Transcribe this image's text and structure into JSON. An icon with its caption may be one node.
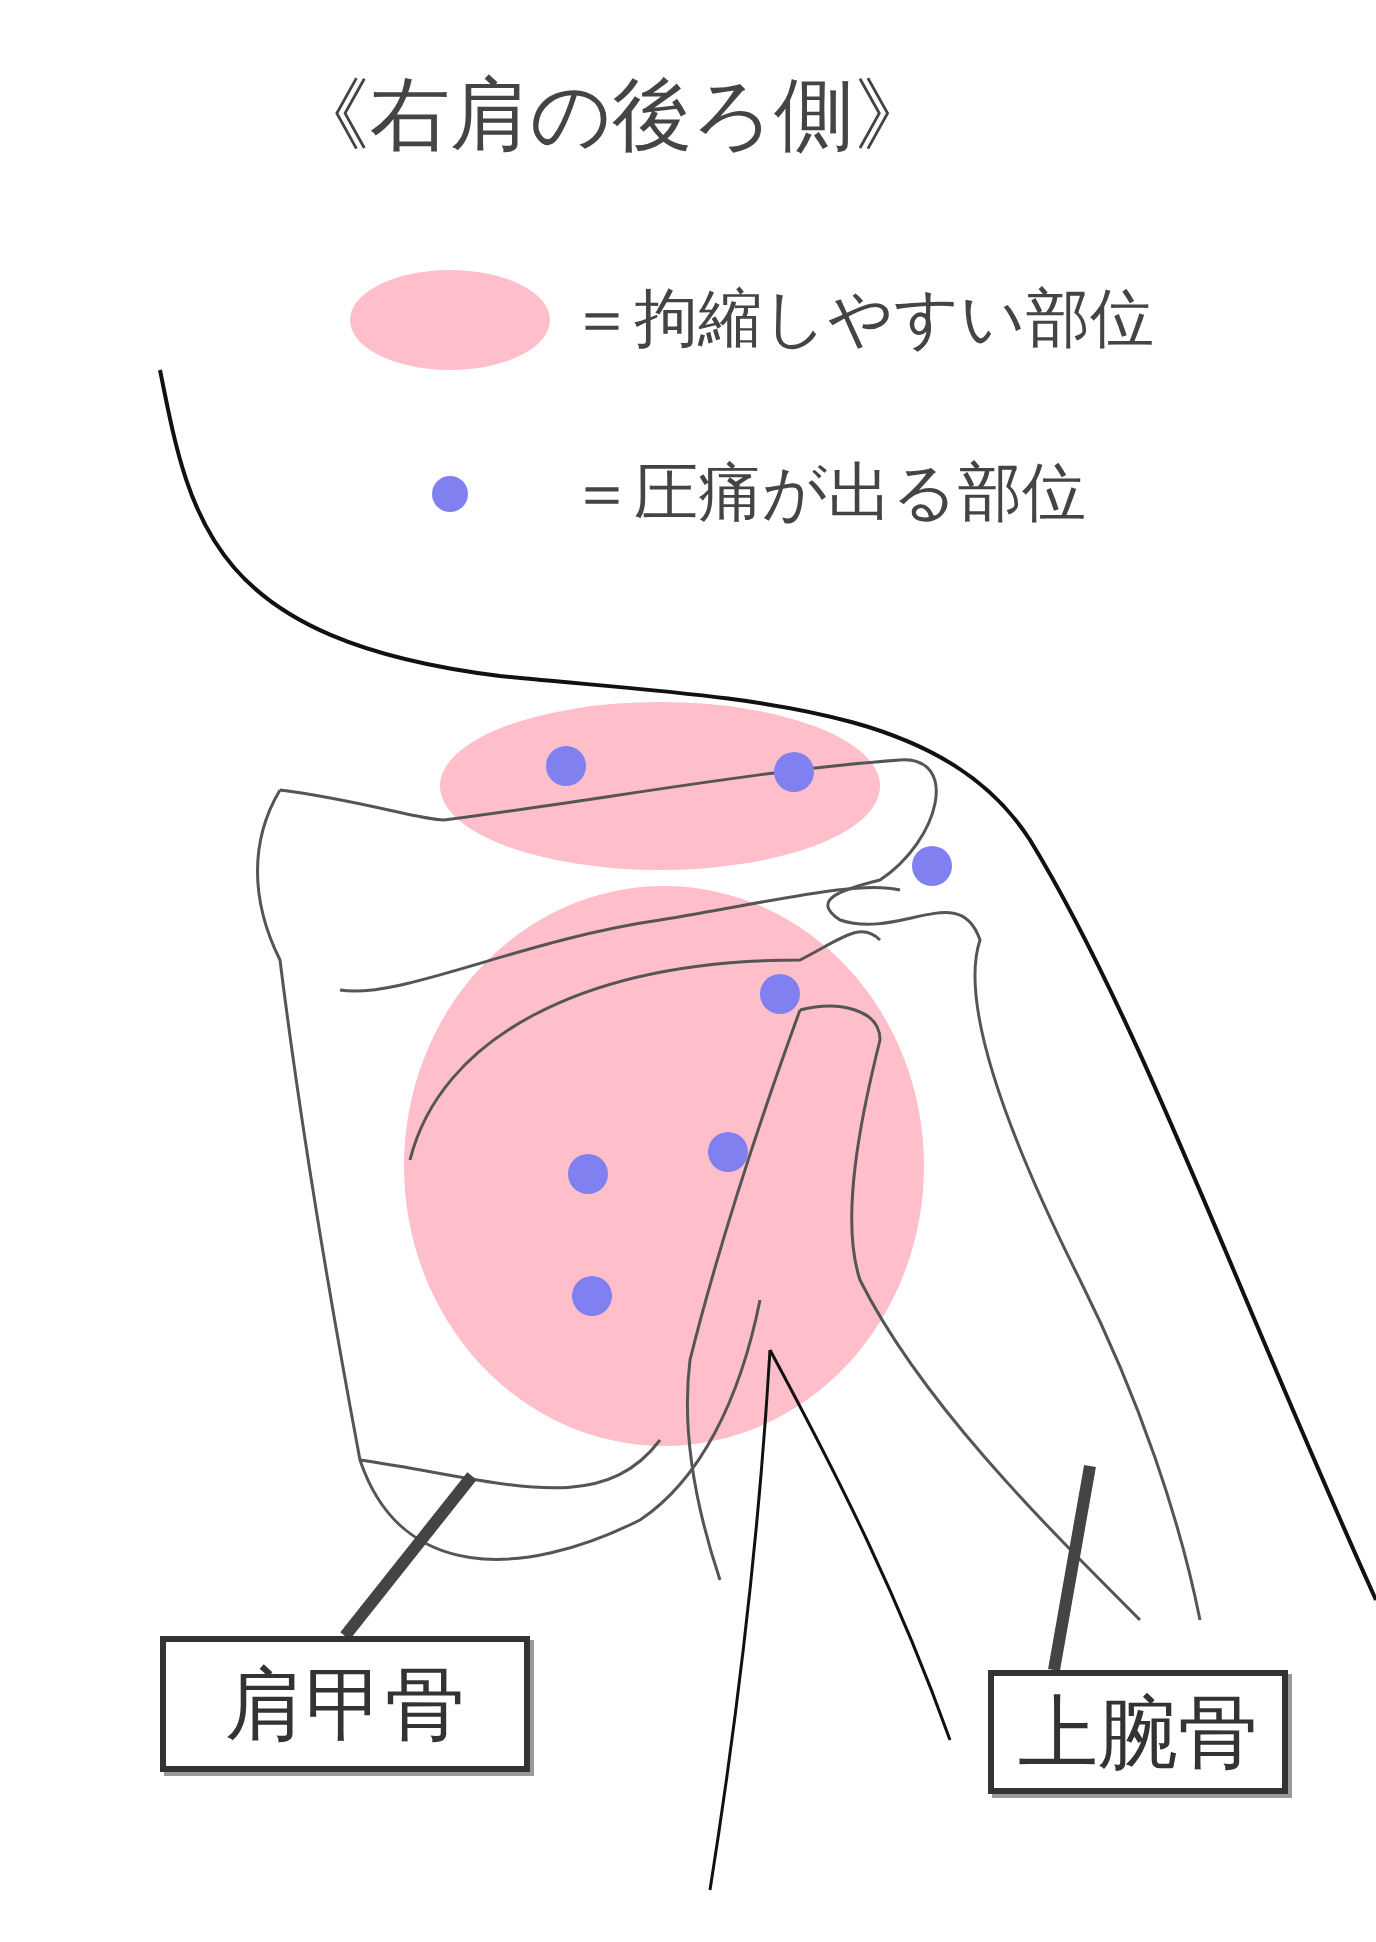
{
  "diagram": {
    "title": "《右肩の後ろ側》",
    "nodes": [
      {
        "text": [
          "肩甲骨"
        ]
      },
      {
        "text": [
          "上腕骨"
        ]
      }
    ],
    "edges": [
      {
        "from": 0,
        "to": null,
        "arrow": "none"
      },
      {
        "from": 1,
        "to": null,
        "arrow": "none"
      }
    ],
    "legend": [
      {
        "text": "＝拘縮しやすい部位",
        "color": "#ffbfca"
      },
      {
        "text": "＝圧痛が出る部位",
        "color": "#8080f0"
      }
    ]
  }
}
